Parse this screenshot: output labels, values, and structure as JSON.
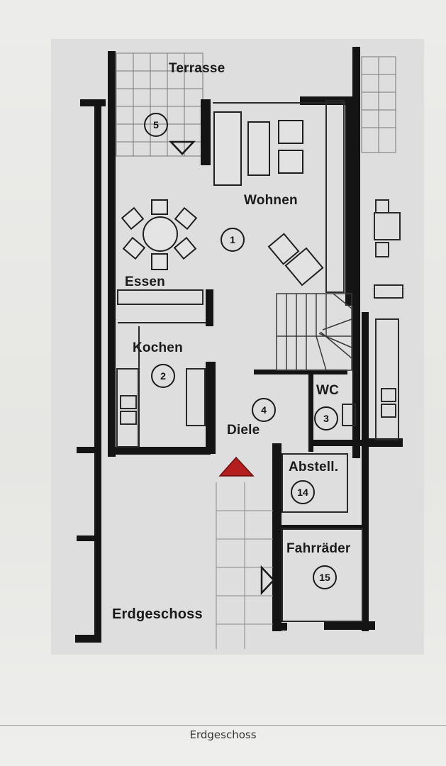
{
  "plan": {
    "rooms": {
      "terrasse": "Terrasse",
      "wohnen": "Wohnen",
      "essen": "Essen",
      "kochen": "Kochen",
      "wc": "WC",
      "diele": "Diele",
      "abstell": "Abstell.",
      "fahrraeder": "Fahrräder"
    },
    "numbers": {
      "wohnen": "1",
      "kochen": "2",
      "wc": "3",
      "diele": "4",
      "terrasse": "5",
      "abstell": "14",
      "fahrraeder": "15"
    },
    "floor_label": "Erdgeschoss",
    "entrance_color": "#b41e1e",
    "wall_color": "#141414"
  },
  "caption": "Erdgeschoss"
}
